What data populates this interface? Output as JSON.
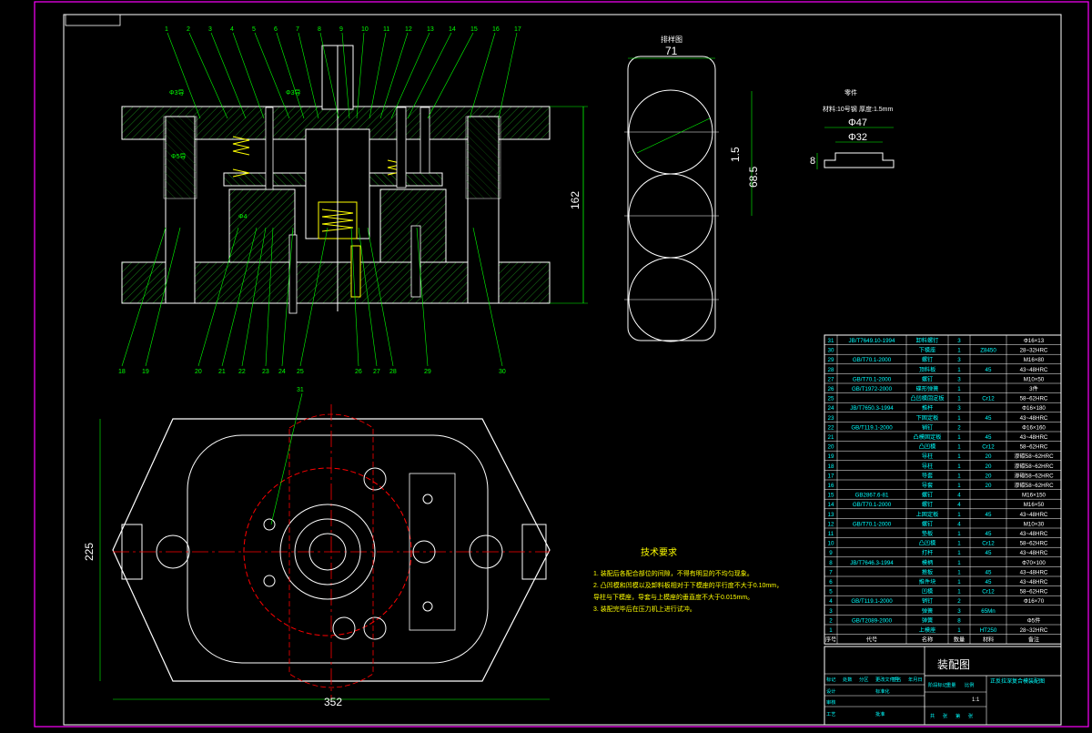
{
  "drawing": {
    "title": "装配图",
    "title_note": "正反拉深复合模装配图",
    "scale": "1:1",
    "top_left_box": ""
  },
  "front_view": {
    "callouts_top": [
      "1",
      "2",
      "3",
      "4",
      "5",
      "6",
      "7",
      "8",
      "9",
      "10",
      "11",
      "12",
      "13",
      "14",
      "15",
      "16",
      "17"
    ],
    "callouts_bottom": [
      "18",
      "19",
      "20",
      "21",
      "22",
      "23",
      "24",
      "25",
      "26",
      "27",
      "28",
      "29",
      "30"
    ],
    "dims": {
      "height": "162",
      "d1": "Φ3导",
      "d2": "Φ5导",
      "d3": "Φ3导",
      "d4": "Φ4"
    }
  },
  "plan_view": {
    "callout": "31",
    "dims": {
      "width": "352",
      "height": "225"
    }
  },
  "strip_view": {
    "label": "排样图",
    "dims": {
      "width": "71",
      "pitch": "1.5",
      "length": "68.5"
    }
  },
  "part_view": {
    "label": "零件",
    "material": "材料:10号钢",
    "thickness": "厚度:1.5mm",
    "dims": {
      "outer": "Φ47",
      "inner": "Φ32",
      "height": "8"
    }
  },
  "tech": {
    "title": "技术要求",
    "lines": [
      "1. 装配后各配合部位的间隙，不得有明显的不均匀现象。",
      "2. 凸凹模和凹模以及卸料板相对于下模座的平行度不大于0.10mm，",
      "   导柱与下模座，导套与上模座的垂直度不大于0.015mm。",
      "3. 装配完毕后在压力机上进行试冲。"
    ]
  },
  "bom": [
    {
      "no": "31",
      "std": "JB/T7649.10-1994",
      "name": "卸料螺钉",
      "qty": "3",
      "mat": "",
      "note": "Φ16×13"
    },
    {
      "no": "30",
      "std": "",
      "name": "下模座",
      "qty": "1",
      "mat": "Z8450",
      "note": "28~32HRC"
    },
    {
      "no": "29",
      "std": "GB/T70.1-2000",
      "name": "螺钉",
      "qty": "3",
      "mat": "",
      "note": "M16×80"
    },
    {
      "no": "28",
      "std": "",
      "name": "顶料板",
      "qty": "1",
      "mat": "45",
      "note": "43~48HRC"
    },
    {
      "no": "27",
      "std": "GB/T70.1-2000",
      "name": "螺钉",
      "qty": "3",
      "mat": "",
      "note": "M10×50"
    },
    {
      "no": "26",
      "std": "GB/T1972-2000",
      "name": "碟形弹簧",
      "qty": "1",
      "mat": "",
      "note": "3件"
    },
    {
      "no": "25",
      "std": "",
      "name": "凸凹模固定板",
      "qty": "1",
      "mat": "Cr12",
      "note": "58~62HRC"
    },
    {
      "no": "24",
      "std": "JB/T7650.3-1994",
      "name": "推杆",
      "qty": "3",
      "mat": "",
      "note": "Φ16×180"
    },
    {
      "no": "23",
      "std": "",
      "name": "下固定板",
      "qty": "1",
      "mat": "45",
      "note": "43~48HRC"
    },
    {
      "no": "22",
      "std": "GB/T119.1-2000",
      "name": "销钉",
      "qty": "2",
      "mat": "",
      "note": "Φ16×160"
    },
    {
      "no": "21",
      "std": "",
      "name": "凸模固定板",
      "qty": "1",
      "mat": "45",
      "note": "43~48HRC"
    },
    {
      "no": "20",
      "std": "",
      "name": "凸凹模",
      "qty": "1",
      "mat": "Cr12",
      "note": "58~62HRC"
    },
    {
      "no": "19",
      "std": "",
      "name": "导柱",
      "qty": "1",
      "mat": "20",
      "note": "渗碳58~62HRC"
    },
    {
      "no": "18",
      "std": "",
      "name": "导柱",
      "qty": "1",
      "mat": "20",
      "note": "渗碳58~62HRC"
    },
    {
      "no": "17",
      "std": "",
      "name": "导套",
      "qty": "1",
      "mat": "20",
      "note": "渗碳58~62HRC"
    },
    {
      "no": "16",
      "std": "",
      "name": "导套",
      "qty": "1",
      "mat": "20",
      "note": "渗碳58~62HRC"
    },
    {
      "no": "15",
      "std": "GB2867.6-81",
      "name": "螺钉",
      "qty": "4",
      "mat": "",
      "note": "M16×150"
    },
    {
      "no": "14",
      "std": "GB/T70.1-2000",
      "name": "螺钉",
      "qty": "4",
      "mat": "",
      "note": "M16×50"
    },
    {
      "no": "13",
      "std": "",
      "name": "上固定板",
      "qty": "1",
      "mat": "45",
      "note": "43~48HRC"
    },
    {
      "no": "12",
      "std": "GB/T70.1-2000",
      "name": "螺钉",
      "qty": "4",
      "mat": "",
      "note": "M10×30"
    },
    {
      "no": "11",
      "std": "",
      "name": "垫板",
      "qty": "1",
      "mat": "45",
      "note": "43~48HRC"
    },
    {
      "no": "10",
      "std": "",
      "name": "凸凹模",
      "qty": "1",
      "mat": "Cr12",
      "note": "58~62HRC"
    },
    {
      "no": "9",
      "std": "",
      "name": "打杆",
      "qty": "1",
      "mat": "45",
      "note": "43~48HRC"
    },
    {
      "no": "8",
      "std": "JB/T7646.3-1994",
      "name": "模柄",
      "qty": "1",
      "mat": "",
      "note": "Φ70×100"
    },
    {
      "no": "7",
      "std": "",
      "name": "推板",
      "qty": "1",
      "mat": "45",
      "note": "43~48HRC"
    },
    {
      "no": "6",
      "std": "",
      "name": "推件块",
      "qty": "1",
      "mat": "45",
      "note": "43~48HRC"
    },
    {
      "no": "5",
      "std": "",
      "name": "凹模",
      "qty": "1",
      "mat": "Cr12",
      "note": "58~62HRC"
    },
    {
      "no": "4",
      "std": "GB/T119.1-2000",
      "name": "销钉",
      "qty": "2",
      "mat": "",
      "note": "Φ16×70"
    },
    {
      "no": "3",
      "std": "",
      "name": "弹簧",
      "qty": "3",
      "mat": "65Mn",
      "note": ""
    },
    {
      "no": "2",
      "std": "GB/T2089-2000",
      "name": "弹簧",
      "qty": "8",
      "mat": "",
      "note": "Φ5件"
    },
    {
      "no": "1",
      "std": "",
      "name": "上模座",
      "qty": "1",
      "mat": "HT250",
      "note": "28~32HRC"
    }
  ],
  "bom_header": {
    "no": "序号",
    "std": "代号",
    "name": "名称",
    "qty": "数量",
    "mat": "材料",
    "note": "备注"
  },
  "title_block": {
    "row1": [
      "标记",
      "处数",
      "分区",
      "更改文件号",
      "签名",
      "年月日"
    ],
    "row2": [
      "设计",
      "",
      "标准化",
      ""
    ],
    "row3": [
      "审核",
      "",
      "",
      ""
    ],
    "row4": [
      "工艺",
      "",
      "批准",
      ""
    ],
    "right": [
      "阶段标记",
      "重量",
      "比例"
    ],
    "sheet": [
      "共",
      "张",
      "第",
      "张"
    ]
  },
  "colors": {
    "bg": "#000000",
    "border": "#ff00ff",
    "outline": "#ffffff",
    "dim": "#00ff00",
    "center": "#ff0000",
    "hidden": "#ffff00",
    "hatch": "#00c000",
    "table_text": "#00ffff"
  }
}
